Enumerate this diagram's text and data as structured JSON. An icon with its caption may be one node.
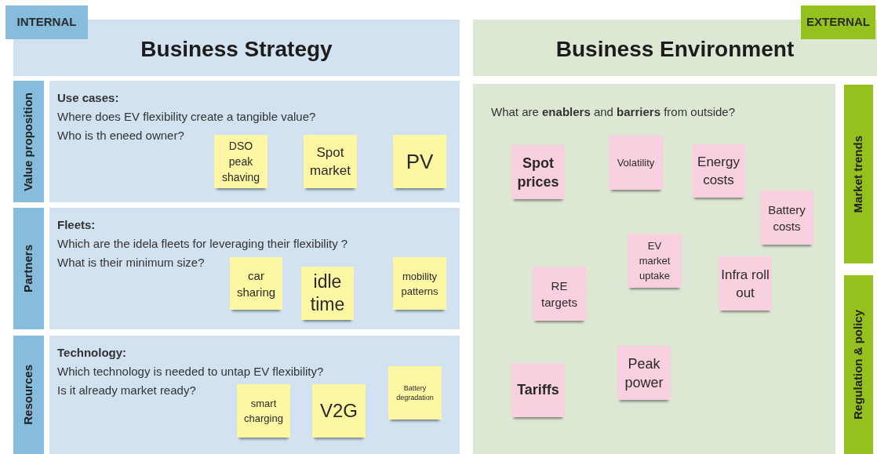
{
  "diagram": {
    "nodes": [
      {
        "text": [
          "INTERNAL"
        ]
      },
      {
        "text": [
          "Business Strategy"
        ]
      },
      {
        "text": [
          "EXTERNAL"
        ]
      },
      {
        "text": [
          "Business Environment"
        ]
      },
      {
        "text": [
          "Value proposition"
        ]
      },
      {
        "text": [
          "Use cases:",
          "Where does EV flexibility create a tangible value?",
          "Who is th eneed owner?"
        ]
      },
      {
        "text": [
          "DSO peak shaving"
        ],
        "in": 5
      },
      {
        "text": [
          "Spot market"
        ],
        "in": 5
      },
      {
        "text": [
          "PV"
        ],
        "in": 5
      },
      {
        "text": [
          "Partners"
        ]
      },
      {
        "text": [
          "Fleets:",
          "Which are the idela fleets for leveraging their flexibility ?",
          "What is their minimum size?"
        ]
      },
      {
        "text": [
          "car sharing"
        ],
        "in": 10
      },
      {
        "text": [
          "idle time"
        ],
        "in": 10
      },
      {
        "text": [
          "mobility patterns"
        ],
        "in": 10
      },
      {
        "text": [
          "Resources"
        ]
      },
      {
        "text": [
          "Technology:",
          "Which technology is needed to untap EV flexibility?",
          "Is it already market ready?"
        ]
      },
      {
        "text": [
          "smart charging"
        ],
        "in": 15
      },
      {
        "text": [
          "V2G"
        ],
        "in": 15
      },
      {
        "text": [
          "Battery degradation"
        ],
        "in": 15
      },
      {
        "text": [
          "What are **enablers** and **barriers** from outside?"
        ]
      },
      {
        "text": [
          "Spot prices"
        ],
        "in": 19
      },
      {
        "text": [
          "Volatility"
        ],
        "in": 19
      },
      {
        "text": [
          "Energy costs"
        ],
        "in": 19
      },
      {
        "text": [
          "Battery costs"
        ],
        "in": 19
      },
      {
        "text": [
          "EV market uptake"
        ],
        "in": 19
      },
      {
        "text": [
          "Infra roll out"
        ],
        "in": 19
      },
      {
        "text": [
          "RE targets"
        ],
        "in": 19
      },
      {
        "text": [
          "Peak power"
        ],
        "in": 19
      },
      {
        "text": [
          "Tariffs"
        ],
        "in": 19
      },
      {
        "text": [
          "Market trends"
        ]
      },
      {
        "text": [
          "Regulation & policy"
        ]
      }
    ]
  }
}
